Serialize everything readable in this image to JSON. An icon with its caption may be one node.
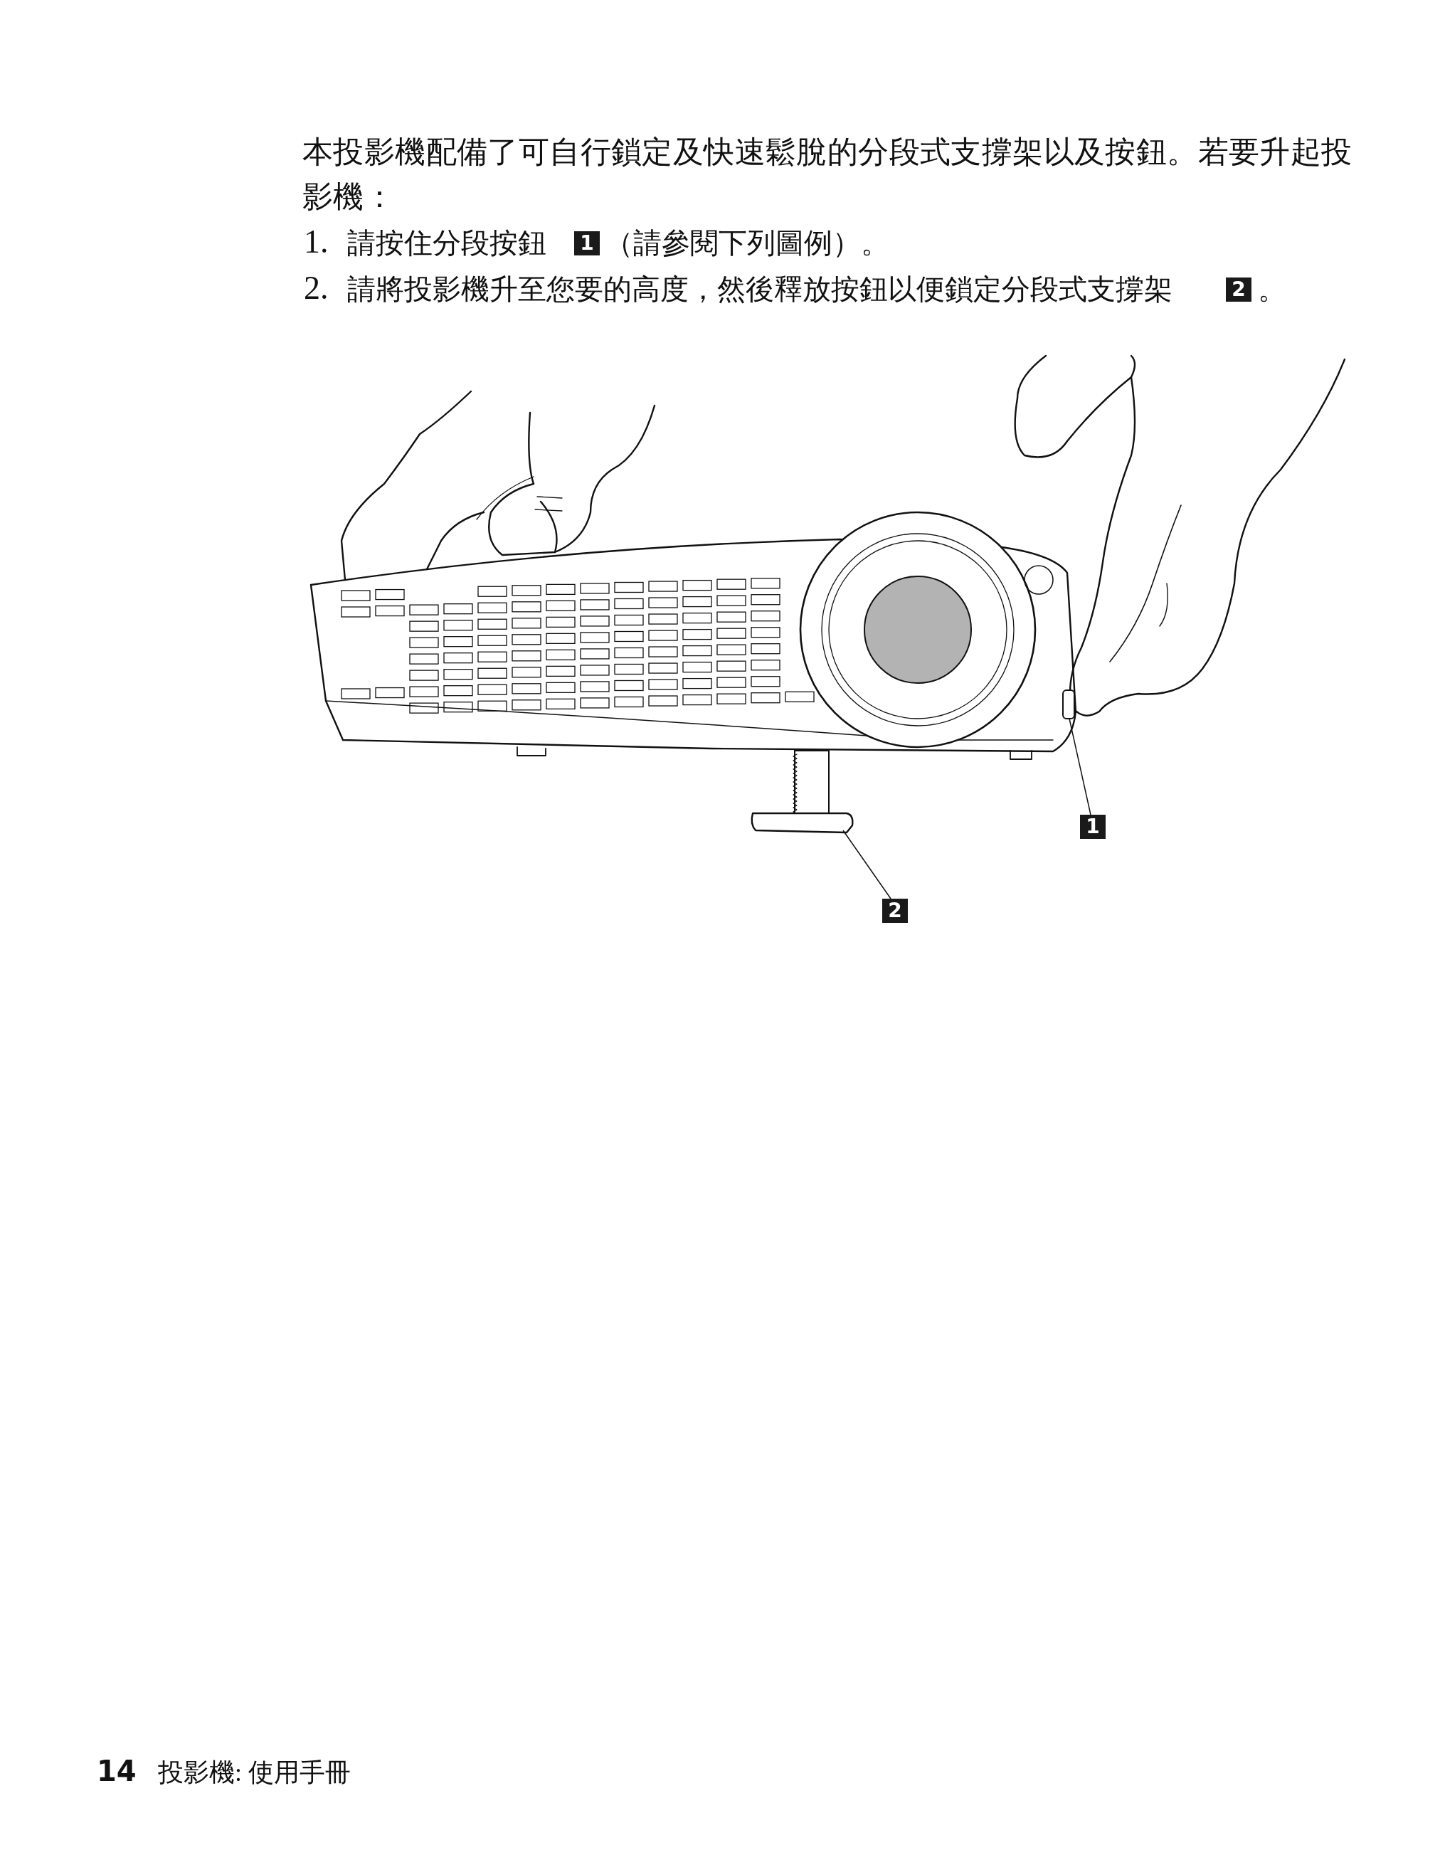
{
  "diagram": {
    "nodes": [
      {
        "text": [
          "1"
        ]
      },
      {
        "text": [],
        "shape": "button"
      },
      {
        "text": [
          "2"
        ]
      },
      {
        "text": [],
        "shape": "picture"
      },
      {
        "text": [
          "1"
        ]
      },
      {
        "text": [
          "2"
        ]
      }
    ],
    "edges": [
      {
        "from": 0,
        "to": 1,
        "arrow": "none"
      },
      {
        "from": 2,
        "to": 3,
        "arrow": "none"
      }
    ],
    "labels": [
      "本投影機配備了可自行鎖定及快速鬆脫的分段式支撐架以及按鈕。若要升起投影機：",
      "1.",
      "請按住分段按鈕",
      "（請參閱下列圖例）。",
      "2.",
      "請將投影機升至您要的高度，然後釋放按鈕以便鎖定分段式支撐架",
      "。",
      "14",
      "投影機: 使用手冊"
    ]
  }
}
